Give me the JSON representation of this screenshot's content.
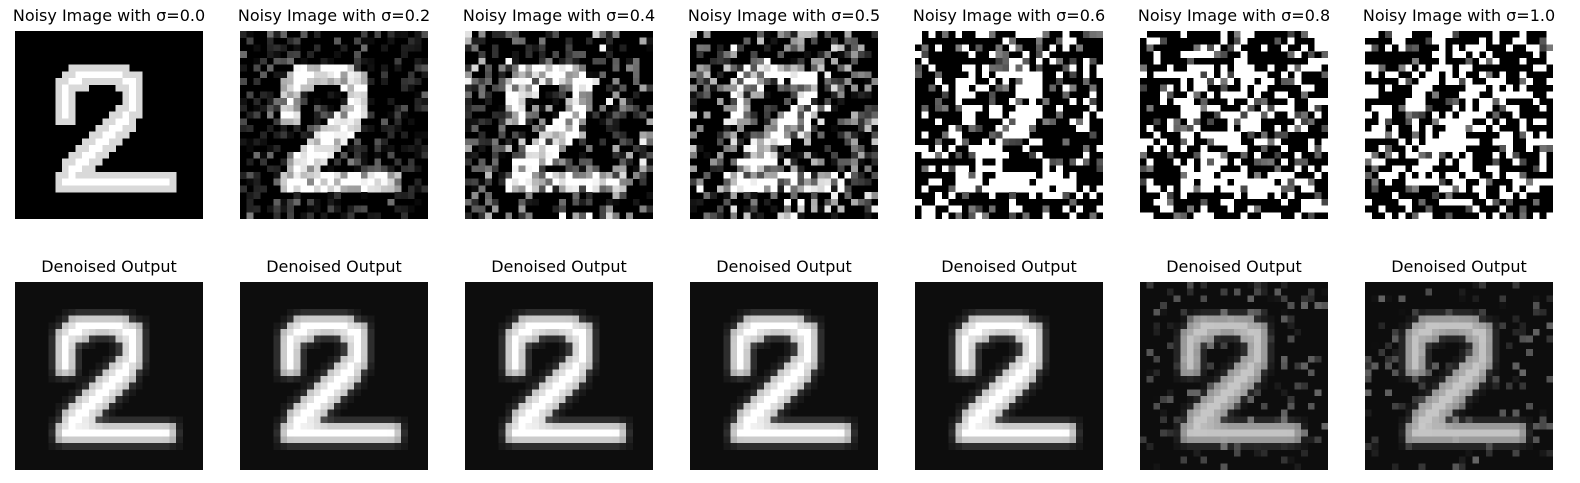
{
  "figure": {
    "rows": [
      {
        "row": "noisy",
        "panels": [
          {
            "title": "Noisy Image with σ=0.0",
            "sigma": 0.0
          },
          {
            "title": "Noisy Image with σ=0.2",
            "sigma": 0.2
          },
          {
            "title": "Noisy Image with σ=0.4",
            "sigma": 0.4
          },
          {
            "title": "Noisy Image with σ=0.5",
            "sigma": 0.5
          },
          {
            "title": "Noisy Image with σ=0.6",
            "sigma": 0.6
          },
          {
            "title": "Noisy Image with σ=0.8",
            "sigma": 0.8
          },
          {
            "title": "Noisy Image with σ=1.0",
            "sigma": 1.0
          }
        ]
      },
      {
        "row": "denoised",
        "panels": [
          {
            "title": "Denoised Output",
            "sigma": 0.0
          },
          {
            "title": "Denoised Output",
            "sigma": 0.2
          },
          {
            "title": "Denoised Output",
            "sigma": 0.4
          },
          {
            "title": "Denoised Output",
            "sigma": 0.5
          },
          {
            "title": "Denoised Output",
            "sigma": 0.6
          },
          {
            "title": "Denoised Output",
            "sigma": 0.8
          },
          {
            "title": "Denoised Output",
            "sigma": 1.0
          }
        ]
      }
    ],
    "colors": {
      "background": "#ffffff",
      "image_background": "#000000",
      "digit": "#ffffff"
    }
  }
}
